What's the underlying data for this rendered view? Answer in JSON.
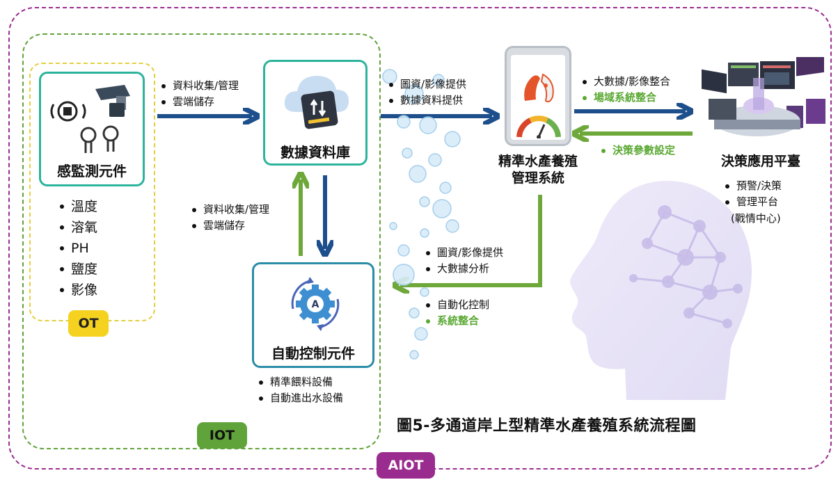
{
  "groups": {
    "ot": "OT",
    "iot": "IOT",
    "aiot": "AIOT"
  },
  "sensor": {
    "title": "感監測元件",
    "items": [
      "溫度",
      "溶氧",
      "PH",
      "鹽度",
      "影像"
    ]
  },
  "database": {
    "title": "數據資料庫"
  },
  "control": {
    "title": "自動控制元件",
    "items": [
      "精準餵料設備",
      "自動進出水設備"
    ]
  },
  "aquaculture": {
    "title_line1": "精準水產養殖",
    "title_line2": "管理系統"
  },
  "decision": {
    "title": "決策應用平臺",
    "items": [
      "預警/決策",
      "管理平台"
    ],
    "note": "(戰情中心)"
  },
  "flows": {
    "sensor_to_db": [
      "資料收集/管理",
      "雲端儲存"
    ],
    "db_control": [
      "資料收集/管理",
      "雲端儲存"
    ],
    "db_to_system": [
      "圖資/影像提供",
      "數據資料提供"
    ],
    "system_to_decision": [
      "大數據/影像整合"
    ],
    "system_to_decision_green": "場域系統整合",
    "decision_to_system_green": "決策參數設定",
    "system_to_iot": [
      "圖資/影像提供",
      "大數據分析"
    ],
    "iot_control": [
      "自動化控制"
    ],
    "iot_control_green": "系統整合"
  },
  "caption": "圖5-多通道岸上型精準水產養殖系統流程圖",
  "colors": {
    "aiot_border": "#9b2c8f",
    "iot_border": "#5fa33a",
    "ot_border": "#e3cf3c",
    "blue_arrow": "#1d4f8c",
    "green_arrow": "#6ea83a",
    "box_teal": "#2bb39b",
    "box_blue": "#2a8ca6",
    "pill_yellow": "#f4d21f",
    "pill_green": "#5fa33a",
    "pill_purple": "#9b2c8f"
  }
}
